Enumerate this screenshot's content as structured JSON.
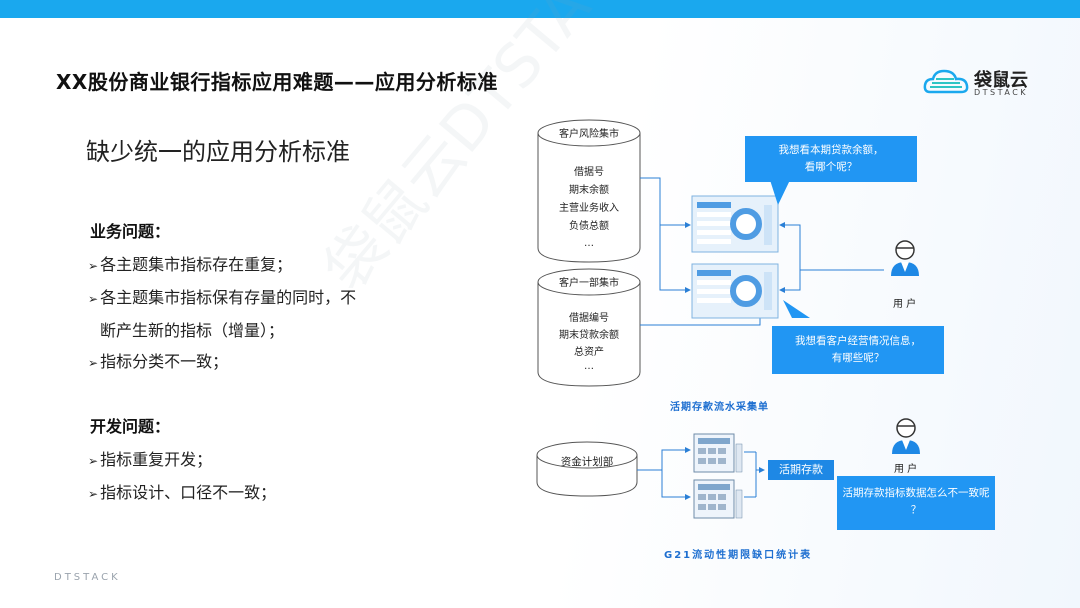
{
  "slide": {
    "title": "XX股份商业银行指标应用难题——应用分析标准",
    "subtitle": "缺少统一的应用分析标准",
    "footer": "DTSTACK",
    "watermark": "袋鼠云DTSTACK"
  },
  "logo": {
    "name": "袋鼠云",
    "sub": "DTSTACK"
  },
  "business": {
    "heading": "业务问题：",
    "items": [
      "各主题集市指标存在重复；",
      "各主题集市指标保有存量的同时，不",
      "指标分类不一致；"
    ],
    "continuation": "断产生新的指标（增量）；"
  },
  "dev": {
    "heading": "开发问题：",
    "items": [
      "指标重复开发；",
      "指标设计、口径不一致；"
    ]
  },
  "bullet_marker": "➢",
  "diagram": {
    "db1": {
      "title": "客户风险集市",
      "rows": [
        "借据号",
        "期末余额",
        "主营业务收入",
        "负债总额",
        "…"
      ]
    },
    "db2": {
      "title": "客户一部集市",
      "rows": [
        "借据编号",
        "期末贷款余额",
        "总资产",
        "…"
      ]
    },
    "db3": {
      "title": "资金计划部"
    },
    "bubble1": [
      "我想看本期贷款余额，",
      "看哪个呢？"
    ],
    "bubble2": [
      "我想看客户经营情况信息，",
      "有哪些呢？"
    ],
    "bubble3": [
      "活期存款指标数据怎么不一致呢",
      "？"
    ],
    "user_label": "用 户",
    "tag": "活期存款",
    "label1": "活期存款流水采集单",
    "label2": "G21流动性期限缺口统计表",
    "colors": {
      "accent": "#1aa8ee",
      "bubble": "#2196f3",
      "label": "#1e6fd0"
    }
  }
}
